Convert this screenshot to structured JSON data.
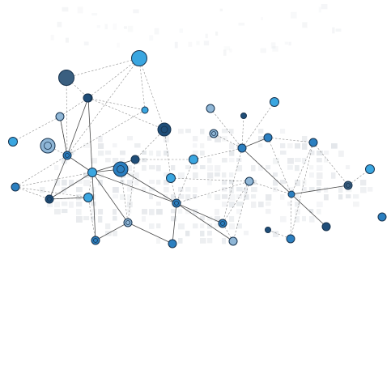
{
  "title": "",
  "palette": {
    "background": "#ffffff",
    "node_fill_light": "#3aa6e0",
    "node_fill_mid": "#2b7fc0",
    "node_fill_dark": "#1f4e79",
    "node_fill_slate": "#3a5f80",
    "node_fill_pale": "#8fb6d6",
    "node_stroke": "#17324d",
    "edge_solid": "#2a2a2a",
    "edge_dashed": "#666666",
    "grid_tile": "#d9dde2"
  },
  "nodes": [
    {
      "id": "n1",
      "style": "light-large",
      "ring": false
    },
    {
      "id": "n2",
      "style": "slate-large",
      "ring": false
    },
    {
      "id": "n3",
      "style": "mid",
      "ring": true
    },
    {
      "id": "n4",
      "style": "pale",
      "ring": false
    },
    {
      "id": "n5",
      "style": "light",
      "ring": false
    },
    {
      "id": "n6",
      "style": "dark-medium",
      "ring": true
    },
    {
      "id": "n7",
      "style": "pale-large",
      "ring": true
    },
    {
      "id": "n8",
      "style": "light-small",
      "ring": false
    },
    {
      "id": "n9",
      "style": "mid",
      "ring": true
    },
    {
      "id": "n10",
      "style": "mid-large",
      "ring": true
    },
    {
      "id": "n11",
      "style": "light",
      "ring": false
    },
    {
      "id": "n12",
      "style": "dark",
      "ring": false
    },
    {
      "id": "n13",
      "style": "light",
      "ring": false
    },
    {
      "id": "n14",
      "style": "dark",
      "ring": true
    },
    {
      "id": "n15",
      "style": "mid",
      "ring": false
    },
    {
      "id": "n16",
      "style": "light",
      "ring": false
    },
    {
      "id": "n17",
      "style": "mid",
      "ring": true
    },
    {
      "id": "n18",
      "style": "pale",
      "ring": true
    },
    {
      "id": "n19",
      "style": "mid",
      "ring": true
    },
    {
      "id": "n20",
      "style": "mid",
      "ring": false
    },
    {
      "id": "n21",
      "style": "mid",
      "ring": true
    },
    {
      "id": "n22",
      "style": "pale",
      "ring": false
    },
    {
      "id": "n23",
      "style": "light",
      "ring": false
    },
    {
      "id": "n24",
      "style": "mid",
      "ring": false
    },
    {
      "id": "n25",
      "style": "pale",
      "ring": false
    },
    {
      "id": "n26",
      "style": "dark-small",
      "ring": false
    },
    {
      "id": "n27",
      "style": "light",
      "ring": false
    },
    {
      "id": "n28",
      "style": "pale",
      "ring": true
    },
    {
      "id": "n29",
      "style": "mid",
      "ring": false
    },
    {
      "id": "n30",
      "style": "mid",
      "ring": false
    },
    {
      "id": "n31",
      "style": "pale",
      "ring": false
    },
    {
      "id": "n32",
      "style": "mid-small",
      "ring": false
    },
    {
      "id": "n33",
      "style": "slate",
      "ring": true
    },
    {
      "id": "n34",
      "style": "light",
      "ring": false
    },
    {
      "id": "n35",
      "style": "dark-small",
      "ring": false
    },
    {
      "id": "n36",
      "style": "mid",
      "ring": false
    },
    {
      "id": "n37",
      "style": "dark",
      "ring": false
    },
    {
      "id": "n38",
      "style": "mid",
      "ring": false
    },
    {
      "id": "n39",
      "style": "dark",
      "ring": false
    }
  ]
}
